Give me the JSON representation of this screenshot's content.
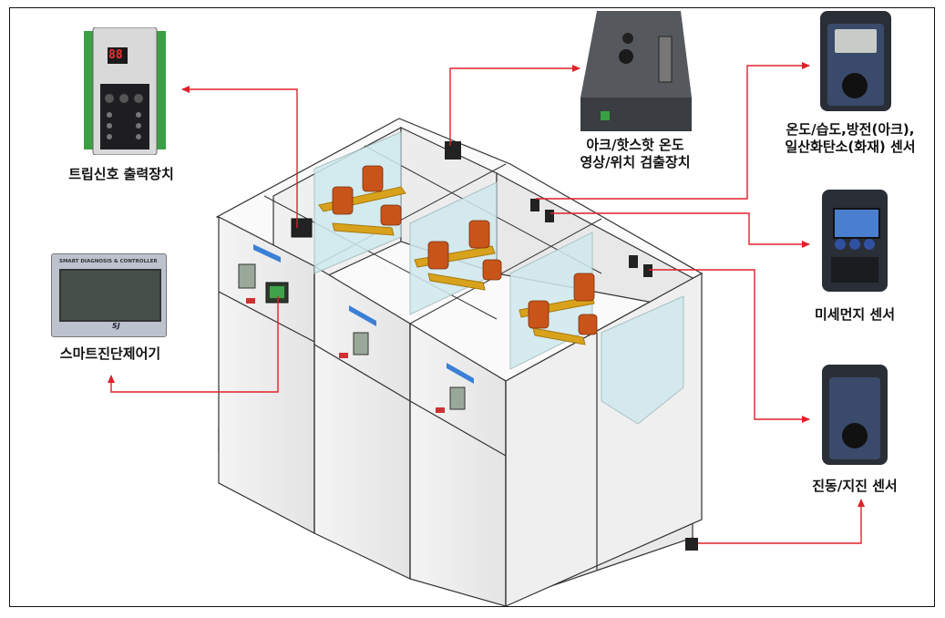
{
  "labels": {
    "trip": "트립신호 출력장치",
    "smart": "스마트진단제어기",
    "arc_line1": "아크/핫스핫 온도",
    "arc_line2": "영상/위치 검출장치",
    "temp_line1": "온도/습도,방전(아크),",
    "temp_line2": "일산화탄소(화재) 센서",
    "dust": "미세먼지 센서",
    "vib": "진동/지진 센서"
  },
  "device_text": {
    "controller_title": "SMART DIAGNOSIS & CONTROLLER",
    "controller_brand": "SJ",
    "trip_display": "88"
  },
  "colors": {
    "arrow": "#e0202a",
    "cabinet_line": "#333333",
    "busbar": "#d8a21c",
    "insulator": "#c8541a",
    "glass": "#cfe9ee",
    "sensor_body": "#2a2e36",
    "sensor_panel": "#3a4a6a"
  }
}
